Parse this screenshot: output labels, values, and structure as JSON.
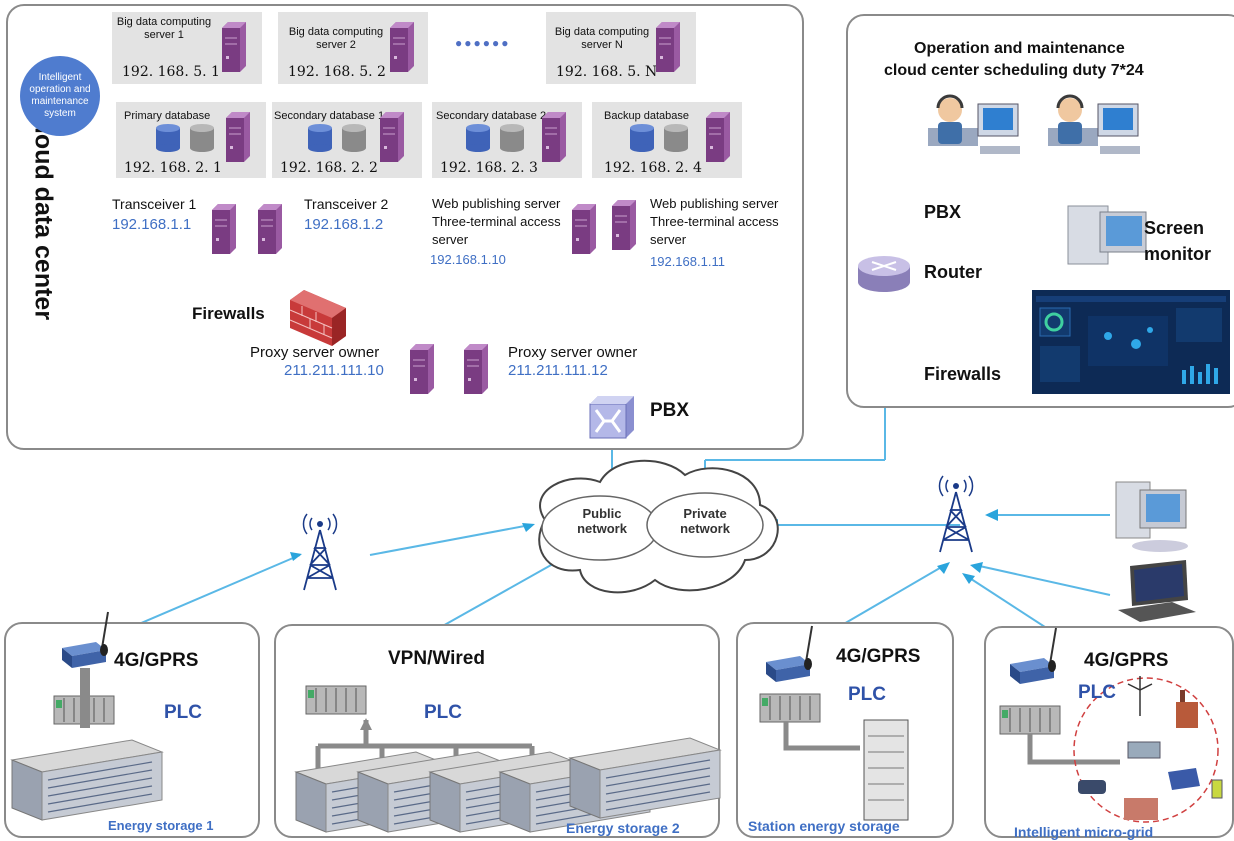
{
  "cloud_center": {
    "title": "Cloud data center",
    "badge": "Intelligent operation and maintenance system",
    "big_servers": [
      {
        "label": "Big data computing server 1",
        "ip": "192. 168. 5. 1"
      },
      {
        "label": "Big data computing server 2",
        "ip": "192. 168. 5. 2"
      },
      {
        "label": "Big data computing server N",
        "ip": "192. 168. 5. N"
      }
    ],
    "ellipsis": "●●●●●●",
    "databases": [
      {
        "label": "Primary database",
        "ip": "192. 168. 2. 1"
      },
      {
        "label": "Secondary database 1",
        "ip": "192. 168. 2. 2"
      },
      {
        "label": "Secondary database 2",
        "ip": "192. 168. 2. 3"
      },
      {
        "label": "Backup database",
        "ip": "192. 168. 2. 4"
      }
    ],
    "transceiver1": {
      "label": "Transceiver 1",
      "ip": "192.168.1.1"
    },
    "transceiver2": {
      "label": "Transceiver 2",
      "ip": "192.168.1.2"
    },
    "web1": {
      "line1": "Web publishing server",
      "line2": "Three-terminal access",
      "line3": "server",
      "ip": "192.168.1.10"
    },
    "web2": {
      "line1": "Web publishing server",
      "line2": "Three-terminal access",
      "line3": "server",
      "ip": "192.168.1.11"
    },
    "firewalls": "Firewalls",
    "proxy1": {
      "label": "Proxy server owner",
      "ip": "211.211.111.10"
    },
    "proxy2": {
      "label": "Proxy server owner",
      "ip": "211.211.111.12"
    },
    "pbx": "PBX"
  },
  "ops_center": {
    "title_line1": "Operation and maintenance",
    "title_line2": "cloud center scheduling duty 7*24",
    "pbx": "PBX",
    "router": "Router",
    "firewalls": "Firewalls",
    "screen_line1": "Screen",
    "screen_line2": "monitor"
  },
  "network": {
    "public": "Public network",
    "private": "Private network"
  },
  "sites": [
    {
      "comm": "4G/GPRS",
      "plc": "PLC",
      "caption": "Energy storage 1"
    },
    {
      "comm": "VPN/Wired",
      "plc": "PLC",
      "caption": "Energy storage 2"
    },
    {
      "comm": "4G/GPRS",
      "plc": "PLC",
      "caption": "Station energy storage"
    },
    {
      "comm": "4G/GPRS",
      "plc": "PLC",
      "caption": "Intelligent micro-grid"
    }
  ],
  "colors": {
    "link": "#2aa4dc",
    "server": "#7a3c82",
    "label_blue": "#3f6fc4",
    "badge": "#4f7ccf"
  }
}
